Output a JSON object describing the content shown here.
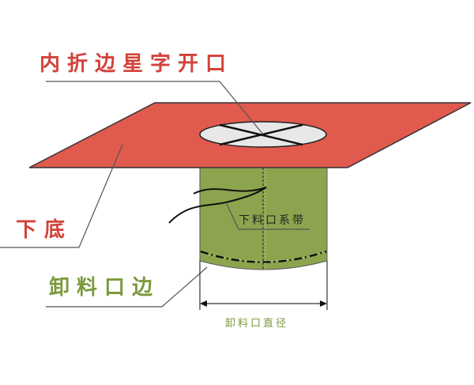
{
  "labels": {
    "inner_fold_star_opening": "内折边星字开口",
    "bottom_sheet": "下底",
    "outlet_edge": "卸料口边",
    "outlet_tie": "下料口系带",
    "outlet_diameter": "卸料口直径"
  },
  "colors": {
    "sheet_fill": "#e05a4e",
    "red_text": "#d2423a",
    "spout_fill": "#8da44e",
    "green_text": "#7b9a3c",
    "opening_fill": "#e8e8e8",
    "outline": "#333333",
    "leader_line": "#555555"
  }
}
